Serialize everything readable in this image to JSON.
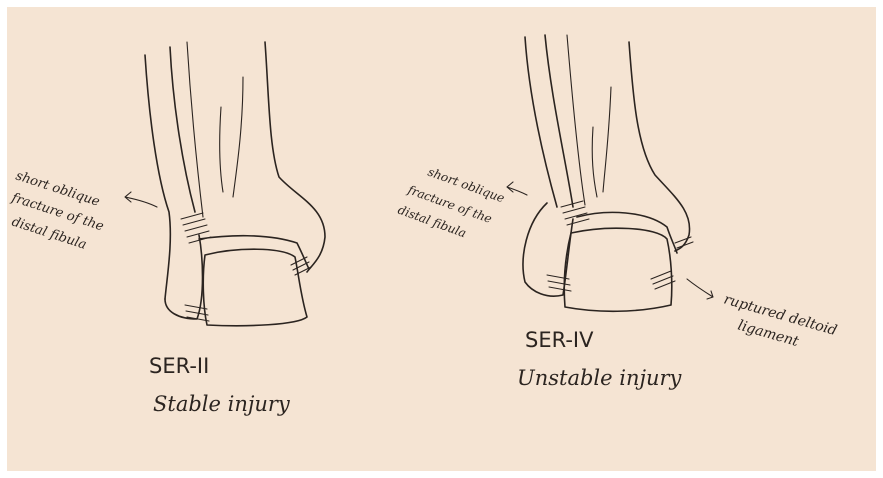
{
  "colors": {
    "paper": "#f5e4d3",
    "ink": "#2b2420",
    "frame": "#ffffff"
  },
  "left": {
    "annotation": [
      "short oblique",
      "fracture of the",
      "distal fibula"
    ],
    "stage": "SER-II",
    "caption": "Stable injury"
  },
  "right": {
    "annotation": [
      "short oblique",
      "fracture of the",
      "distal fibula"
    ],
    "stage": "SER-IV",
    "caption": "Unstable injury",
    "ligament": [
      "ruptured deltoid",
      "ligament"
    ]
  }
}
